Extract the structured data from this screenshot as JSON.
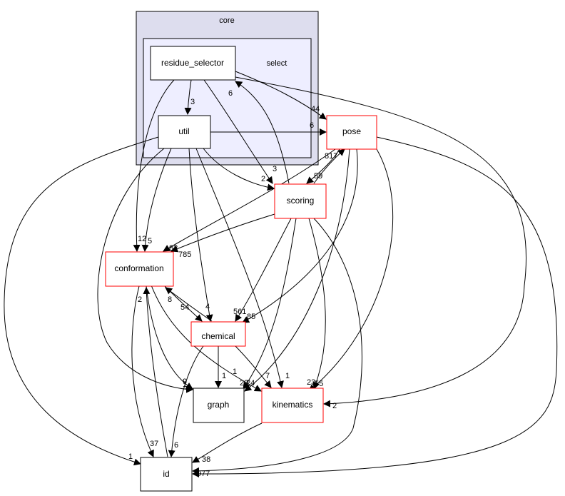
{
  "clusters": {
    "core": {
      "label": "core"
    },
    "select": {
      "label": "select"
    }
  },
  "colors": {
    "cluster_core_fill": "#ddddee",
    "cluster_select_fill": "#eeeeff",
    "link_node_border": "#ff0000",
    "node_border": "#000000"
  },
  "nodes": {
    "residue_selector": "residue_selector",
    "util": "util",
    "pose": "pose",
    "scoring": "scoring",
    "conformation": "conformation",
    "chemical": "chemical",
    "graph": "graph",
    "kinematics": "kinematics",
    "id": "id"
  },
  "edges": {
    "rs_util": "3",
    "util_rs": "6",
    "rs_pose": "44",
    "util_pose": "6",
    "rs_scoring": "3",
    "util_scoring": "2",
    "pose_scoring": "59",
    "scoring_pose": "817",
    "pose_conformation": "82",
    "scoring_conformation": "785",
    "rs_conformation": "12",
    "util_conformation": "5",
    "util_chemical": "4",
    "conformation_chemical": "54",
    "chemical_conformation": "8",
    "pose_chemical": "561",
    "scoring_chemical": "85",
    "conformation_id": "2",
    "id_conformation": "37",
    "chemical_graph": "1",
    "chemical_kinematics": "7",
    "chemical_id": "6",
    "util_kinematics": "1",
    "conformation_graph": "9",
    "util_graph": "1",
    "scoring_graph": "23",
    "pose_graph": "24",
    "conformation_kinematics": "1",
    "pose_kinematics": "23",
    "scoring_kinematics": "55",
    "rs_kinematics": "2",
    "kinematics_id": "38",
    "scoring_id": "77",
    "pose_id": "9",
    "util_id": "1"
  }
}
